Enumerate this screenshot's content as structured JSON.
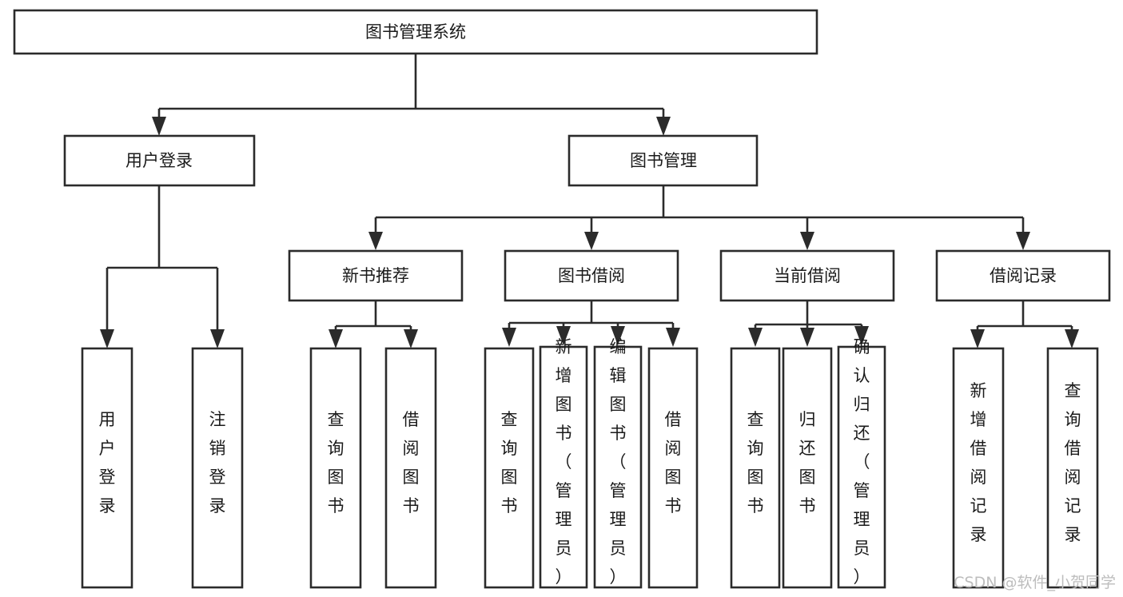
{
  "diagram": {
    "type": "tree-hierarchy-flowchart",
    "title": "图书管理系统",
    "colors": {
      "stroke": "#2b2b2b",
      "fill": "#ffffff",
      "text": "#1a1a1a",
      "watermark": "#bdbdbd",
      "background": "#ffffff"
    },
    "root": {
      "label": "图书管理系统"
    },
    "level2": [
      {
        "label": "用户登录"
      },
      {
        "label": "图书管理"
      }
    ],
    "level3": [
      {
        "label": "新书推荐"
      },
      {
        "label": "图书借阅"
      },
      {
        "label": "当前借阅"
      },
      {
        "label": "借阅记录"
      }
    ],
    "leaves": {
      "user_login": [
        {
          "label": "用户登录"
        },
        {
          "label": "注销登录"
        }
      ],
      "new_book_recommend": [
        {
          "label": "查询图书"
        },
        {
          "label": "借阅图书"
        }
      ],
      "book_borrow": [
        {
          "label": "查询图书"
        },
        {
          "label": "新增图书（管理员）"
        },
        {
          "label": "编辑图书（管理员）"
        },
        {
          "label": "借阅图书"
        }
      ],
      "current_borrow": [
        {
          "label": "查询图书"
        },
        {
          "label": "归还图书"
        },
        {
          "label": "确认归还（管理员）"
        }
      ],
      "borrow_record": [
        {
          "label": "新增借阅记录"
        },
        {
          "label": "查询借阅记录"
        }
      ]
    }
  },
  "watermark": {
    "text": "CSDN @软件_小贺同学"
  }
}
